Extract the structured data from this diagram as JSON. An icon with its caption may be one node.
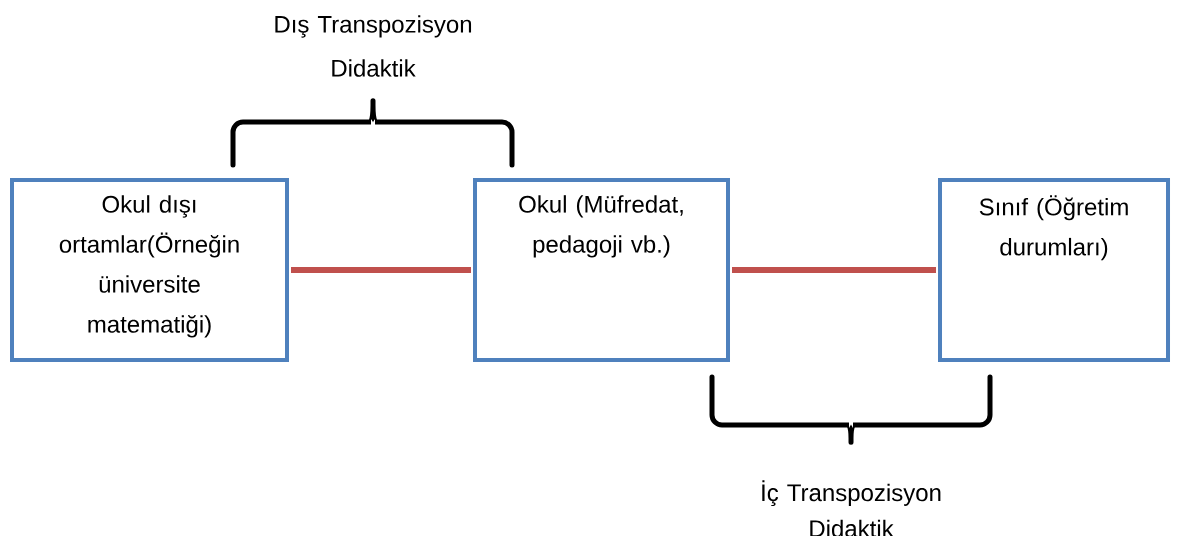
{
  "diagram": {
    "nodes": [
      {
        "text": [
          "Okul dışı ortamlar(Örneğin üniversite matematiği)"
        ]
      },
      {
        "text": [
          "Okul (Müfredat, pedagoji vb.)"
        ]
      },
      {
        "text": [
          "Sınıf (Öğretim durumları)"
        ]
      }
    ],
    "edges": [
      {
        "from": 0,
        "to": 1,
        "arrow": "none",
        "color": "#c0504d"
      },
      {
        "from": 1,
        "to": 2,
        "arrow": "none",
        "color": "#c0504d"
      }
    ],
    "labels": [
      "Dış Transpozisyon Didaktik",
      "İç Transpozisyon Didaktik"
    ]
  }
}
